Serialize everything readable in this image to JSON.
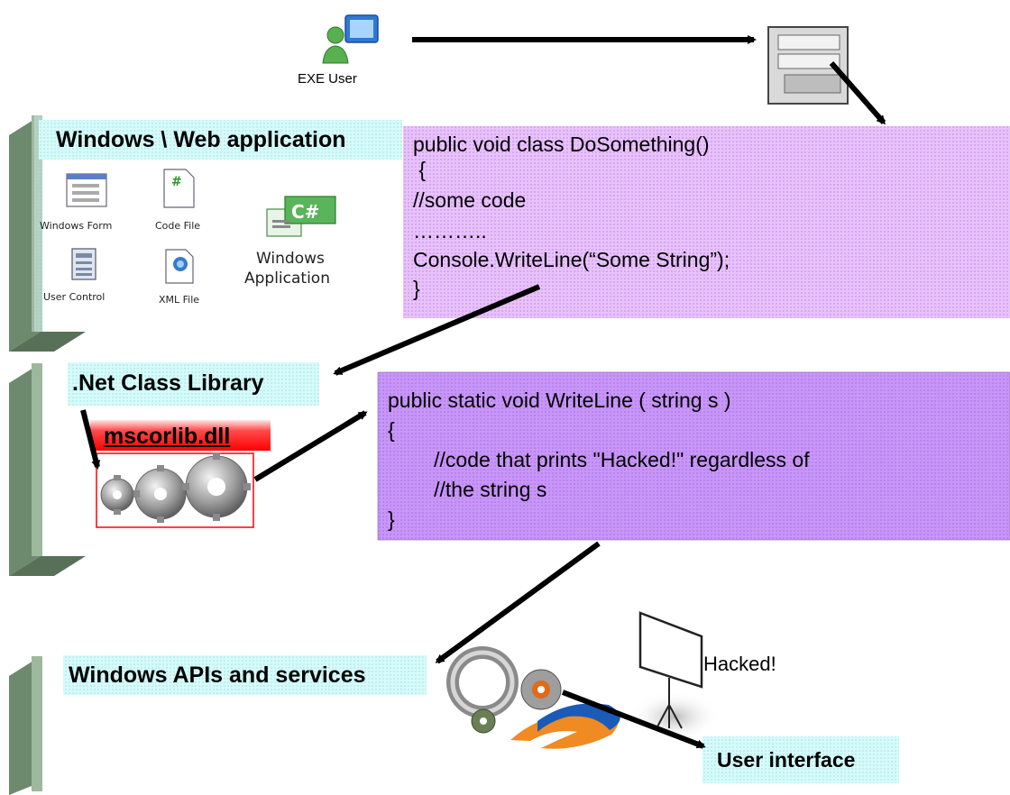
{
  "exe_user": {
    "label": "EXE User"
  },
  "layers": {
    "app": "Windows \\ Web application",
    "netlib": ".Net Class Library",
    "winapi": "Windows APIs and services"
  },
  "icons": {
    "windows_form": "Windows Form",
    "code_file": "Code File",
    "user_control": "User Control",
    "xml_file": "XML File",
    "windows_application_line1": "Windows",
    "windows_application_line2": "Application"
  },
  "dll_label": "mscorlib.dll",
  "code_snippet_1": {
    "lines": [
      "public void class DoSomething()",
      " {",
      "//some code",
      "………..",
      "Console.WriteLine(“Some String”);",
      "}"
    ]
  },
  "code_snippet_2": {
    "lines": [
      "public static void WriteLine ( string s )",
      "{",
      "        //code that prints \"Hacked!\" regardless of",
      "        //the string s",
      "}"
    ]
  },
  "hacked_label": "Hacked!",
  "user_interface_label": "User interface",
  "colors": {
    "code_box_1": "#e6b8ff",
    "code_box_2": "#cc99ff",
    "label_bg": "#ccffff",
    "dll_red": "#ff0000",
    "column_light": "#b0c8b0",
    "column_dark": "#6e8a6e"
  }
}
